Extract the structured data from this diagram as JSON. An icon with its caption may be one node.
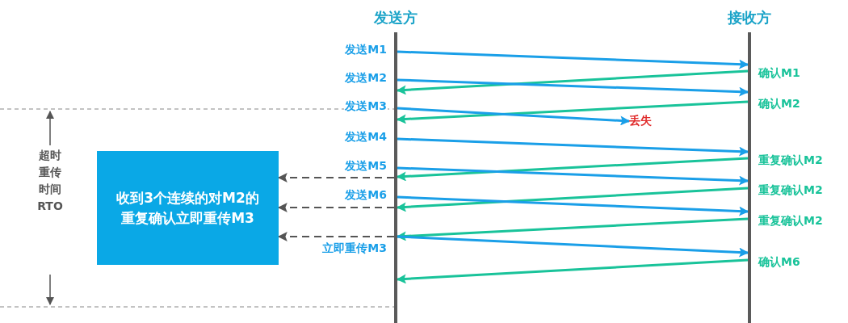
{
  "diagram": {
    "nodes": [
      {
        "text": [
          "发送方"
        ]
      },
      {
        "text": [
          "接收方"
        ]
      },
      {
        "text": [
          "收到3个连续的对M2的重复确认立即重传M3"
        ]
      },
      {
        "text": [
          "丢失"
        ]
      }
    ],
    "edges": [
      {
        "from": 0,
        "to": 1,
        "arrow": "to",
        "label": "发送M1"
      },
      {
        "from": 1,
        "to": 0,
        "arrow": "to",
        "label": "确认M1",
        "color": "#19c39a"
      },
      {
        "from": 0,
        "to": 1,
        "arrow": "to",
        "label": "发送M2"
      },
      {
        "from": 1,
        "to": 0,
        "arrow": "to",
        "label": "确认M2",
        "color": "#19c39a"
      },
      {
        "from": 0,
        "to": 3,
        "arrow": "to",
        "label": "发送M3"
      },
      {
        "from": 0,
        "to": 1,
        "arrow": "to",
        "label": "发送M4"
      },
      {
        "from": 1,
        "to": 0,
        "arrow": "to",
        "label": "重复确认M2",
        "color": "#19c39a"
      },
      {
        "from": 0,
        "to": 1,
        "arrow": "to",
        "label": "发送M5"
      },
      {
        "from": 1,
        "to": 0,
        "arrow": "to",
        "label": "重复确认M2",
        "color": "#19c39a"
      },
      {
        "from": 0,
        "to": 1,
        "arrow": "to",
        "label": "发送M6"
      },
      {
        "from": 1,
        "to": 0,
        "arrow": "to",
        "label": "重复确认M2",
        "color": "#19c39a"
      },
      {
        "from": 0,
        "to": 1,
        "arrow": "to",
        "label": "立即重传M3"
      },
      {
        "from": 1,
        "to": 0,
        "arrow": "to",
        "label": "确认M6",
        "color": "#19c39a"
      },
      {
        "from": 0,
        "to": 2,
        "arrow": "to",
        "style": "dashed",
        "color": "#555555"
      },
      {
        "from": 0,
        "to": 2,
        "arrow": "to",
        "style": "dashed",
        "color": "#555555"
      },
      {
        "from": 0,
        "to": 2,
        "arrow": "to",
        "style": "dashed",
        "color": "#555555"
      }
    ],
    "labels": [
      "超时重传时间RTO"
    ]
  }
}
